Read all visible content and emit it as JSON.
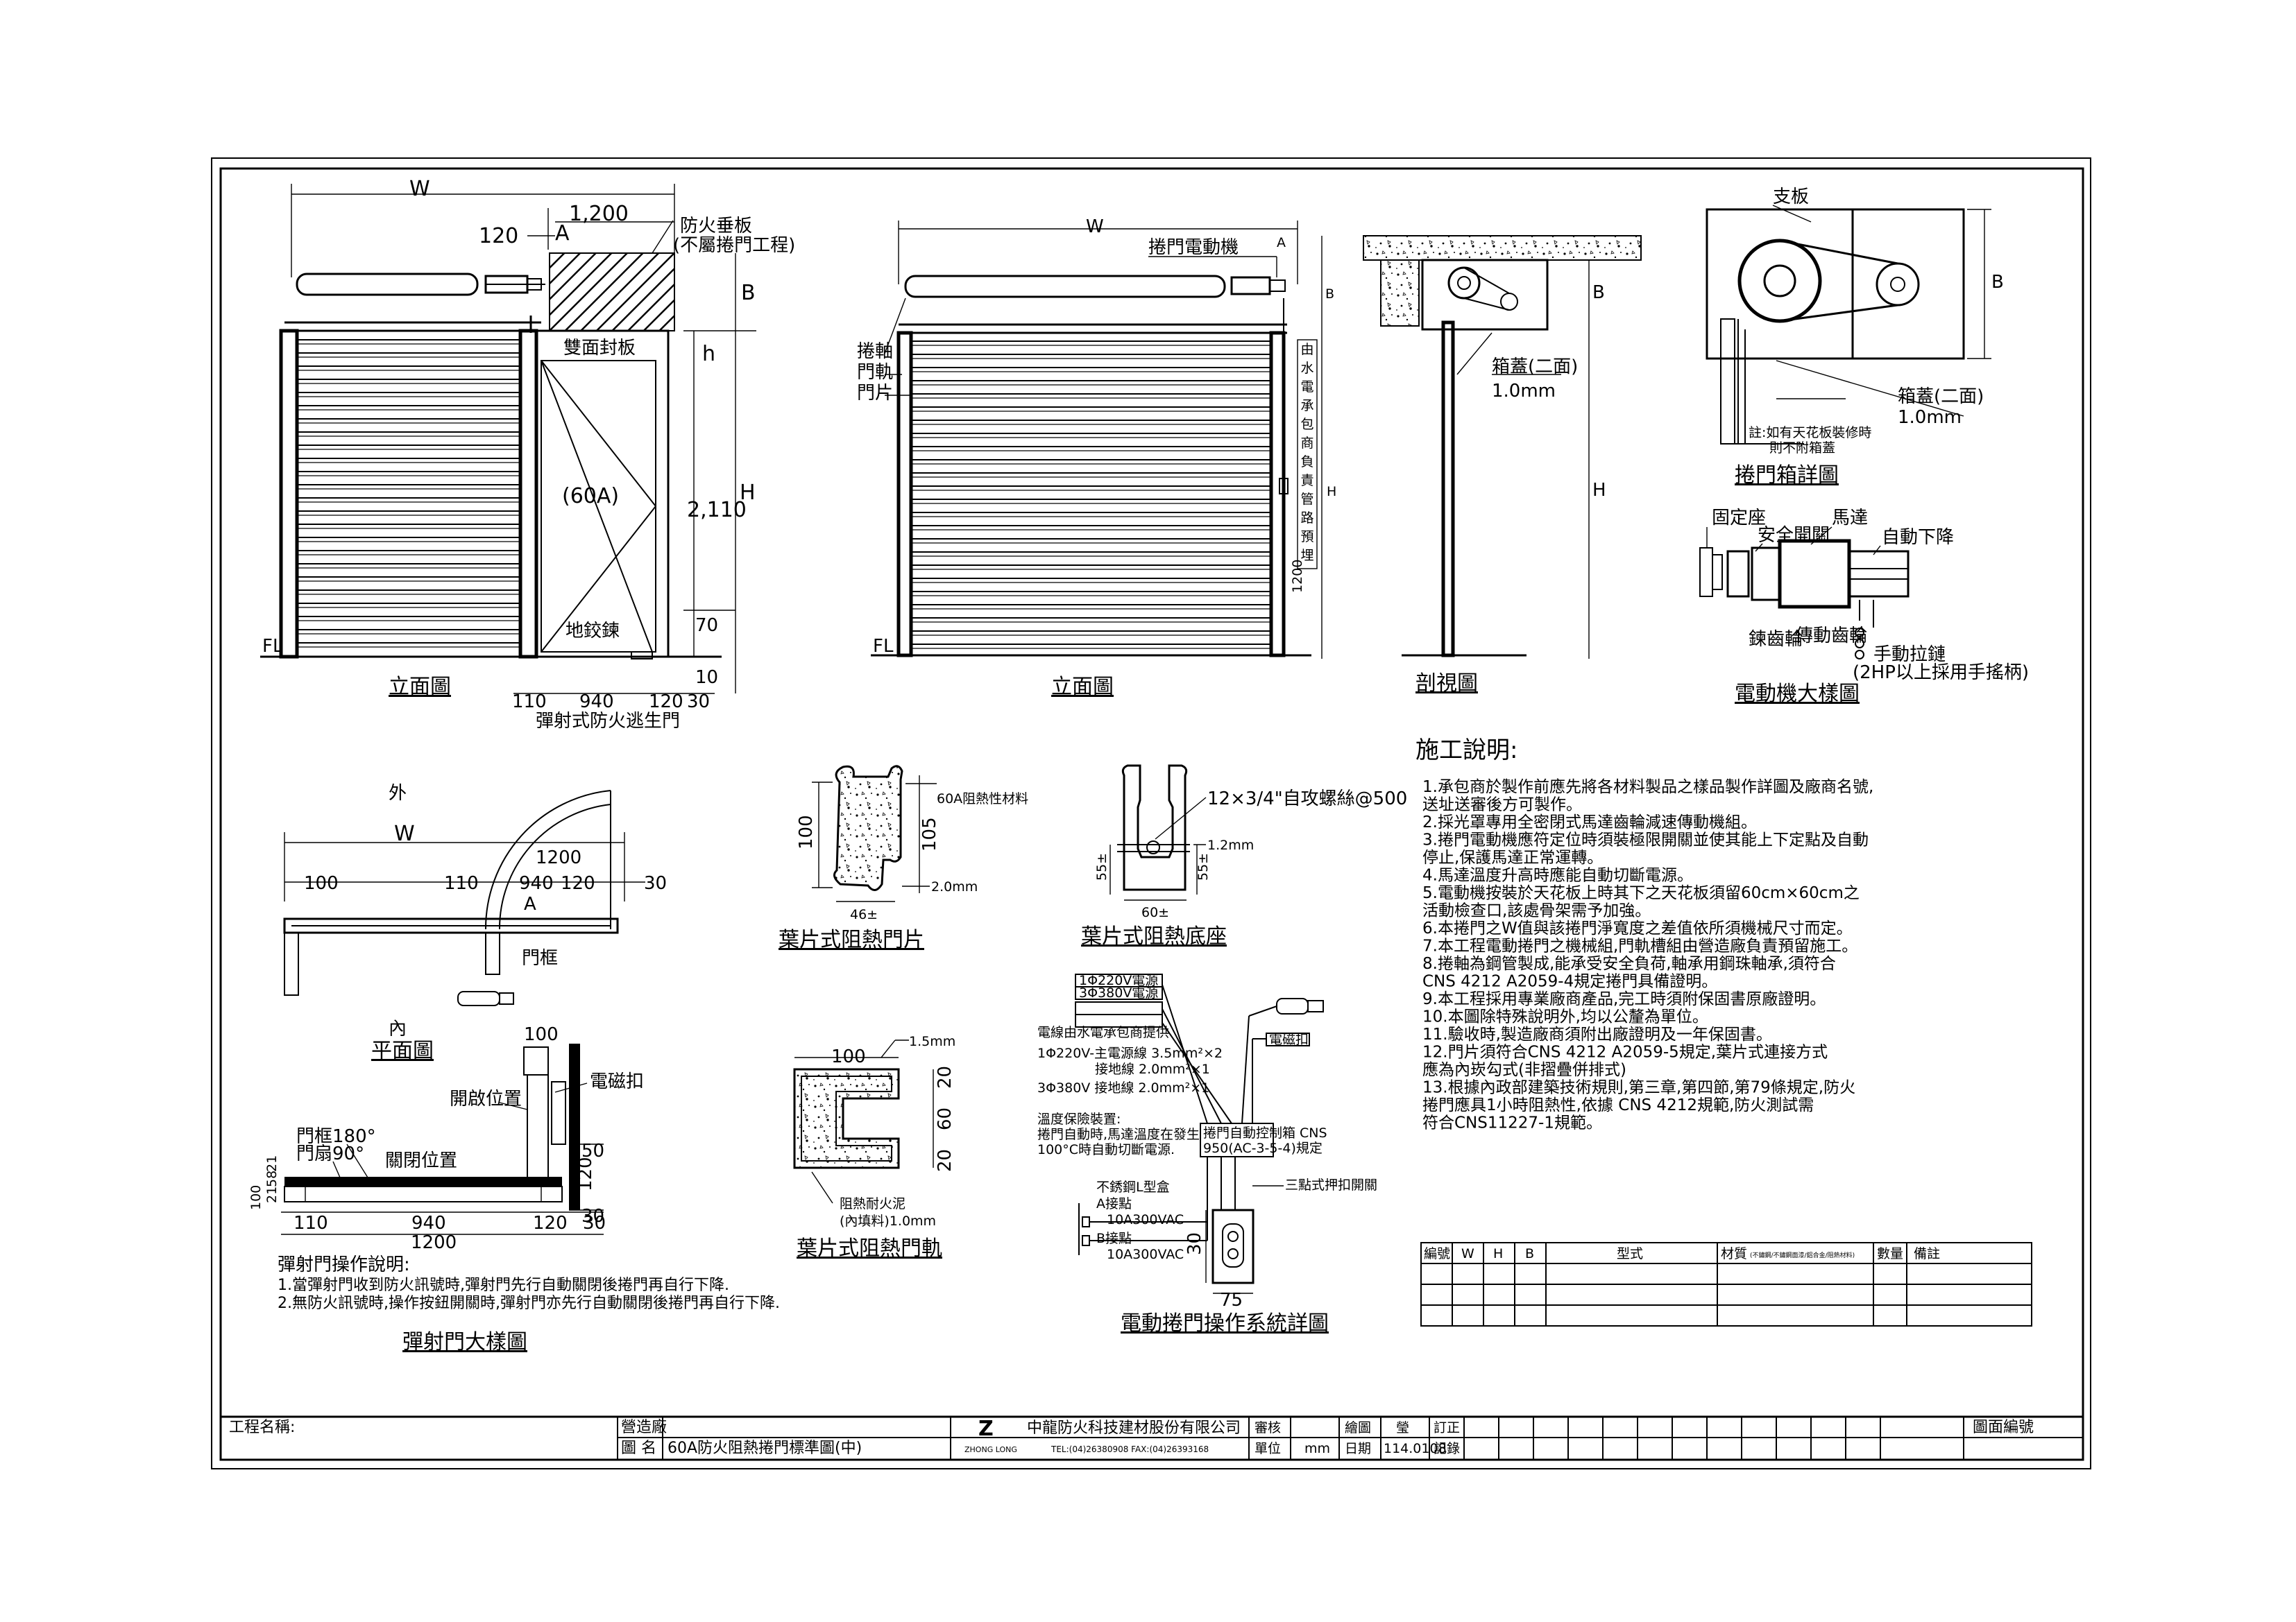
{
  "elevation_left": {
    "W": "W",
    "dim_1200": "1,200",
    "dim_120": "120",
    "A": "A",
    "fire_curtain_1": "防火垂板",
    "fire_curtain_2": "(不屬捲門工程)",
    "B": "B",
    "double_panel": "雙面封板",
    "h": "h",
    "H": "H",
    "rating": "(60A)",
    "dim_2110": "2,110",
    "dim_70": "70",
    "dim_10": "10",
    "floor_hinge": "地鉸鍊",
    "FL": "FL",
    "b110": "110",
    "b940": "940",
    "b120": "120",
    "b30": "30",
    "caption": "立面圖",
    "subcaption": "彈射式防火逃生門"
  },
  "elevation_right": {
    "W": "W",
    "motor": "捲門電動機",
    "A": "A",
    "B": "B",
    "H": "H",
    "shaft": "捲軸",
    "rail": "門軌",
    "slat": "門片",
    "power_note": "由水電承包商負責管路預埋",
    "dim_1200": "1200",
    "FL": "FL",
    "caption": "立面圖"
  },
  "section": {
    "B": "B",
    "H": "H",
    "box_cover": "箱蓋(二面)",
    "box_t": "1.0mm",
    "caption": "剖視圖"
  },
  "box_detail": {
    "support": "支板",
    "B": "B",
    "box_cover": "箱蓋(二面)",
    "box_t": "1.0mm",
    "note_1": "註:如有天花板裝修時",
    "note_2": "則不附箱蓋",
    "caption": "捲門箱詳圖"
  },
  "motor_detail": {
    "seat": "固定座",
    "safety": "安全開關",
    "motor": "馬達",
    "auto_down": "自動下降",
    "sprocket": "鍊齒輪",
    "gear": "傳動齒輪",
    "chain_1": "手動拉鏈",
    "chain_2": "(2HP以上採用手搖柄)",
    "caption": "電動機大樣圖"
  },
  "plan": {
    "outside": "外",
    "W": "W",
    "d100": "100",
    "d1200": "1200",
    "d110": "110",
    "d940": "940",
    "d120": "120",
    "d30": "30",
    "A": "A",
    "frame": "門框",
    "inside": "內",
    "caption": "平面圖"
  },
  "spring_door": {
    "d100": "100",
    "magnet": "電磁扣",
    "open_pos": "開啟位置",
    "frame_angle": "門框180°",
    "leaf_angle": "門扇90°",
    "close_pos": "關閉位置",
    "d50": "50",
    "d120v": "120",
    "d30v": "30",
    "v21": "21",
    "v58": "58",
    "v21b": "21",
    "v100": "100",
    "b110": "110",
    "b940": "940",
    "b120": "120",
    "b30": "30",
    "b1200": "1200",
    "op_title": "彈射門操作說明:",
    "op_1": "1.當彈射門收到防火訊號時,彈射門先行自動關閉後捲門再自行下降.",
    "op_2": "2.無防火訊號時,操作按鈕開關時,彈射門亦先行自動關閉後捲門再自行下降.",
    "caption": "彈射門大樣圖"
  },
  "slat": {
    "material": "60A阻熱性材料",
    "d100": "100",
    "d105": "105",
    "d46": "46±",
    "t2": "2.0mm",
    "caption": "葉片式阻熱門片"
  },
  "base": {
    "screw": "12×3/4\"自攻螺絲@500",
    "t12": "1.2mm",
    "d55a": "55±",
    "d55b": "55±",
    "d60": "60±",
    "caption": "葉片式阻熱底座"
  },
  "rail_detail": {
    "d100": "100",
    "t15": "1.5mm",
    "d20a": "20",
    "d60": "60",
    "d20b": "20",
    "mortar_1": "阻熱耐火泥",
    "mortar_2": "(內填料)1.0mm",
    "caption": "葉片式阻熱門軌"
  },
  "control": {
    "v220": "1Φ220V電源",
    "v380": "3Φ380V電源",
    "wire_title": "電線由水電承包商提供",
    "w1": "1Φ220V-主電源線 3.5mm²×2",
    "w2": "接地線 2.0mm²×1",
    "w3": "3Φ380V   接地線 2.0mm²×1",
    "temp_1": "溫度保險裝置:",
    "temp_2": "捲門自動時,馬達溫度在發生",
    "temp_3": "100°C時自動切斷電源.",
    "box": "捲門自動控制箱 CNS",
    "box2": "950(AC-3-5-4)規定",
    "magnet": "電磁扣",
    "limit_1": "不銹鋼L型盒",
    "limit_2": "A接點",
    "limit_3": "10A300VAC",
    "limit_4": "B接點",
    "limit_5": "10A300VAC",
    "switch": "三點式押扣開關",
    "d30": "30",
    "d75": "75",
    "caption": "電動捲門操作系統詳圖"
  },
  "notes": {
    "title": "施工說明:",
    "items": [
      "1.承包商於製作前應先將各材料製品之樣品製作詳圖及廠商名號,",
      "   送址送審後方可製作。",
      "2.採光罩專用全密閉式馬達齒輪減速傳動機組。",
      "3.捲門電動機應符定位時須裝極限開關並使其能上下定點及自動",
      "   停止,保護馬達正常運轉。",
      "4.馬達溫度升高時應能自動切斷電源。",
      "5.電動機按裝於天花板上時其下之天花板須留60cm×60cm之",
      "   活動檢查口,該處骨架需予加強。",
      "6.本捲門之W值與該捲門淨寬度之差值依所須機械尺寸而定。",
      "7.本工程電動捲門之機械組,門軌槽組由營造廠負責預留施工。",
      "8.捲軸為鋼管製成,能承受安全負荷,軸承用鋼珠軸承,須符合",
      "   CNS 4212  A2059-4規定捲門具備證明。",
      "9.本工程採用專業廠商產品,完工時須附保固書原廠證明。",
      "10.本圖除特殊說明外,均以公釐為單位。",
      "11.驗收時,製造廠商須附出廠證明及一年保固書。",
      "12.門片須符合CNS 4212  A2059-5規定,葉片式連接方式",
      "    應為內崁勾式(非摺疊併排式)",
      "13.根據內政部建築技術規則,第三章,第四節,第79條規定,防火",
      "    捲門應具1小時阻熱性,依據 CNS 4212規範,防火測試需",
      "    符合CNS11227-1規範。"
    ]
  },
  "schedule_table": {
    "headers": [
      "編號",
      "W",
      "H",
      "B",
      "型式",
      "材質",
      "數量",
      "備註"
    ],
    "material_note": "(不鏽鋼/不鏽鋼面漆/鋁合金/阻熱材料)"
  },
  "title_block": {
    "project_label": "工程名稱:",
    "contractor": "營造廠",
    "drawing_name_label": "圖 名",
    "drawing_name": "60A防火阻熱捲門標準圖(中)",
    "company": "中龍防火科技建材股份有限公司",
    "brand": "ZHONG LONG",
    "logo": "Z",
    "tel": "TEL:(04)26380908   FAX:(04)26393168",
    "check": "審核",
    "drawn": "繪圖",
    "drawn_by": "瑩",
    "unit": "單位",
    "unit_val": "mm",
    "date": "日期",
    "date_val": "114.0108",
    "revise": "訂正",
    "record": "記錄",
    "drawing_no": "圖面編號"
  }
}
